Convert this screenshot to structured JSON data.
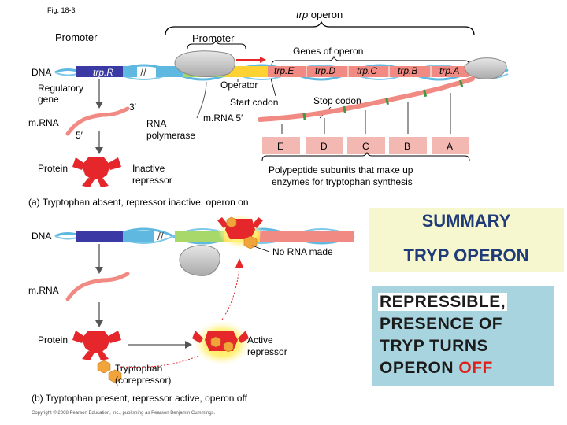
{
  "figure": {
    "fig_label": "Fig. 18-3",
    "copyright": "Copyright © 2008 Pearson Education, Inc., publishing as Pearson Benjamin Cummings."
  },
  "panel_a": {
    "operon_label_em": "trp",
    "operon_label_rest": " operon",
    "promoter_left": "Promoter",
    "promoter_right": "Promoter",
    "genes_of_operon": "Genes of operon",
    "dna": "DNA",
    "trpR": "trp.R",
    "regulatory_gene_1": "Regulatory",
    "regulatory_gene_2": "gene",
    "mrna": "m.RNA",
    "five_prime": "5′",
    "three_prime": "3′",
    "protein": "Protein",
    "inactive_repressor_1": "Inactive",
    "inactive_repressor_2": "repressor",
    "operator": "Operator",
    "start_codon": "Start codon",
    "stop_codon": "Stop codon",
    "mrna_5": "m.RNA 5′",
    "rna_polymerase_1": "RNA",
    "rna_polymerase_2": "polymerase",
    "genes": [
      "trp.E",
      "trp.D",
      "trp.C",
      "trp.B",
      "trp.A"
    ],
    "subunits": [
      "E",
      "D",
      "C",
      "B",
      "A"
    ],
    "polypeptide_1": "Polypeptide subunits that make up",
    "polypeptide_2": "enzymes for tryptophan synthesis",
    "caption": "(a) Tryptophan absent, repressor inactive, operon on"
  },
  "panel_b": {
    "dna": "DNA",
    "no_rna": "No RNA made",
    "mrna": "m.RNA",
    "protein": "Protein",
    "active_repressor_1": "Active",
    "active_repressor_2": "repressor",
    "tryptophan_1": "Tryptophan",
    "tryptophan_2": "(corepressor)",
    "caption": "(b) Tryptophan present, repressor active, operon off"
  },
  "summary": {
    "title_1": "SUMMARY",
    "title_2": "TRYP OPERON",
    "lines": [
      "REPRESSIBLE,",
      "PRESENCE OF",
      "TRYP TURNS"
    ],
    "last_plain": "OPERON ",
    "last_red": "OFF"
  },
  "colors": {
    "dna_blue": "#5fb8e0",
    "trpR_purple": "#3b3aa5",
    "repressor_red": "#e5262a",
    "tryptophan_orange": "#f0a43a",
    "mrna_salmon": "#f08a82",
    "promoter_green": "#a8d86a",
    "operator_yellow": "#ffd233",
    "stop_green": "#3f9a3f",
    "summary_blue": "#1f3b78",
    "off_red": "#e0201b"
  }
}
